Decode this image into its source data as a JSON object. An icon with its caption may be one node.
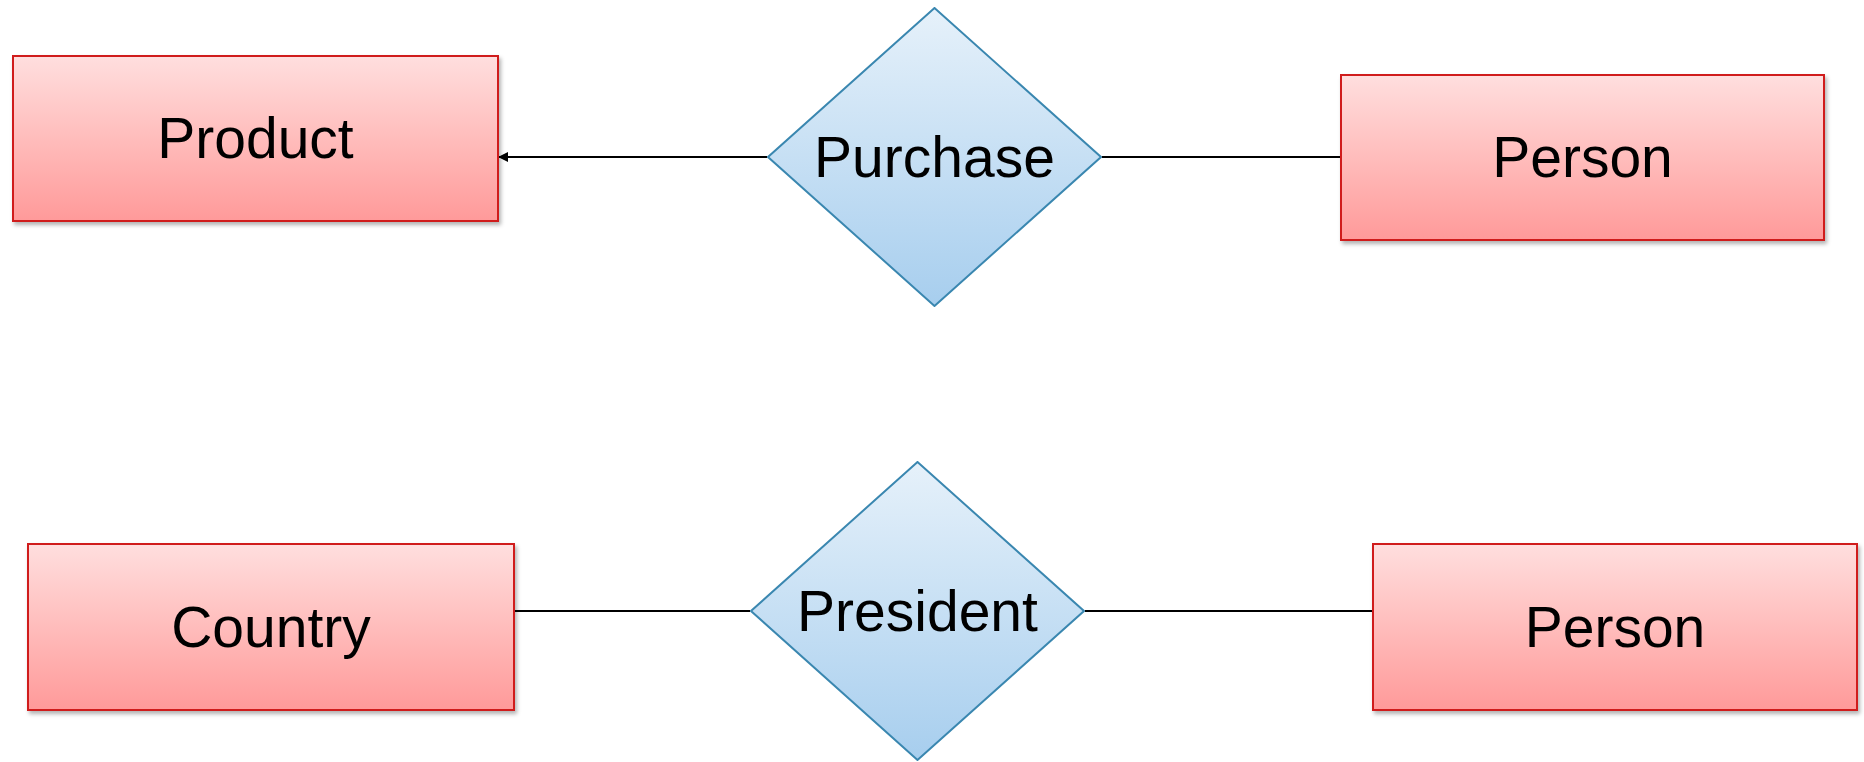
{
  "diagram": {
    "nodes": [
      {
        "text": [
          "Product"
        ]
      },
      {
        "text": [
          "Purchase"
        ]
      },
      {
        "text": [
          "Person"
        ]
      },
      {
        "text": [
          "Country"
        ]
      },
      {
        "text": [
          "President"
        ]
      },
      {
        "text": [
          "Person"
        ]
      }
    ],
    "edges": [
      {
        "from": 1,
        "to": 0,
        "arrow": "to"
      },
      {
        "from": 1,
        "to": 2,
        "arrow": "none"
      },
      {
        "from": 3,
        "to": 4,
        "arrow": "none"
      },
      {
        "from": 4,
        "to": 5,
        "arrow": "none"
      }
    ]
  }
}
